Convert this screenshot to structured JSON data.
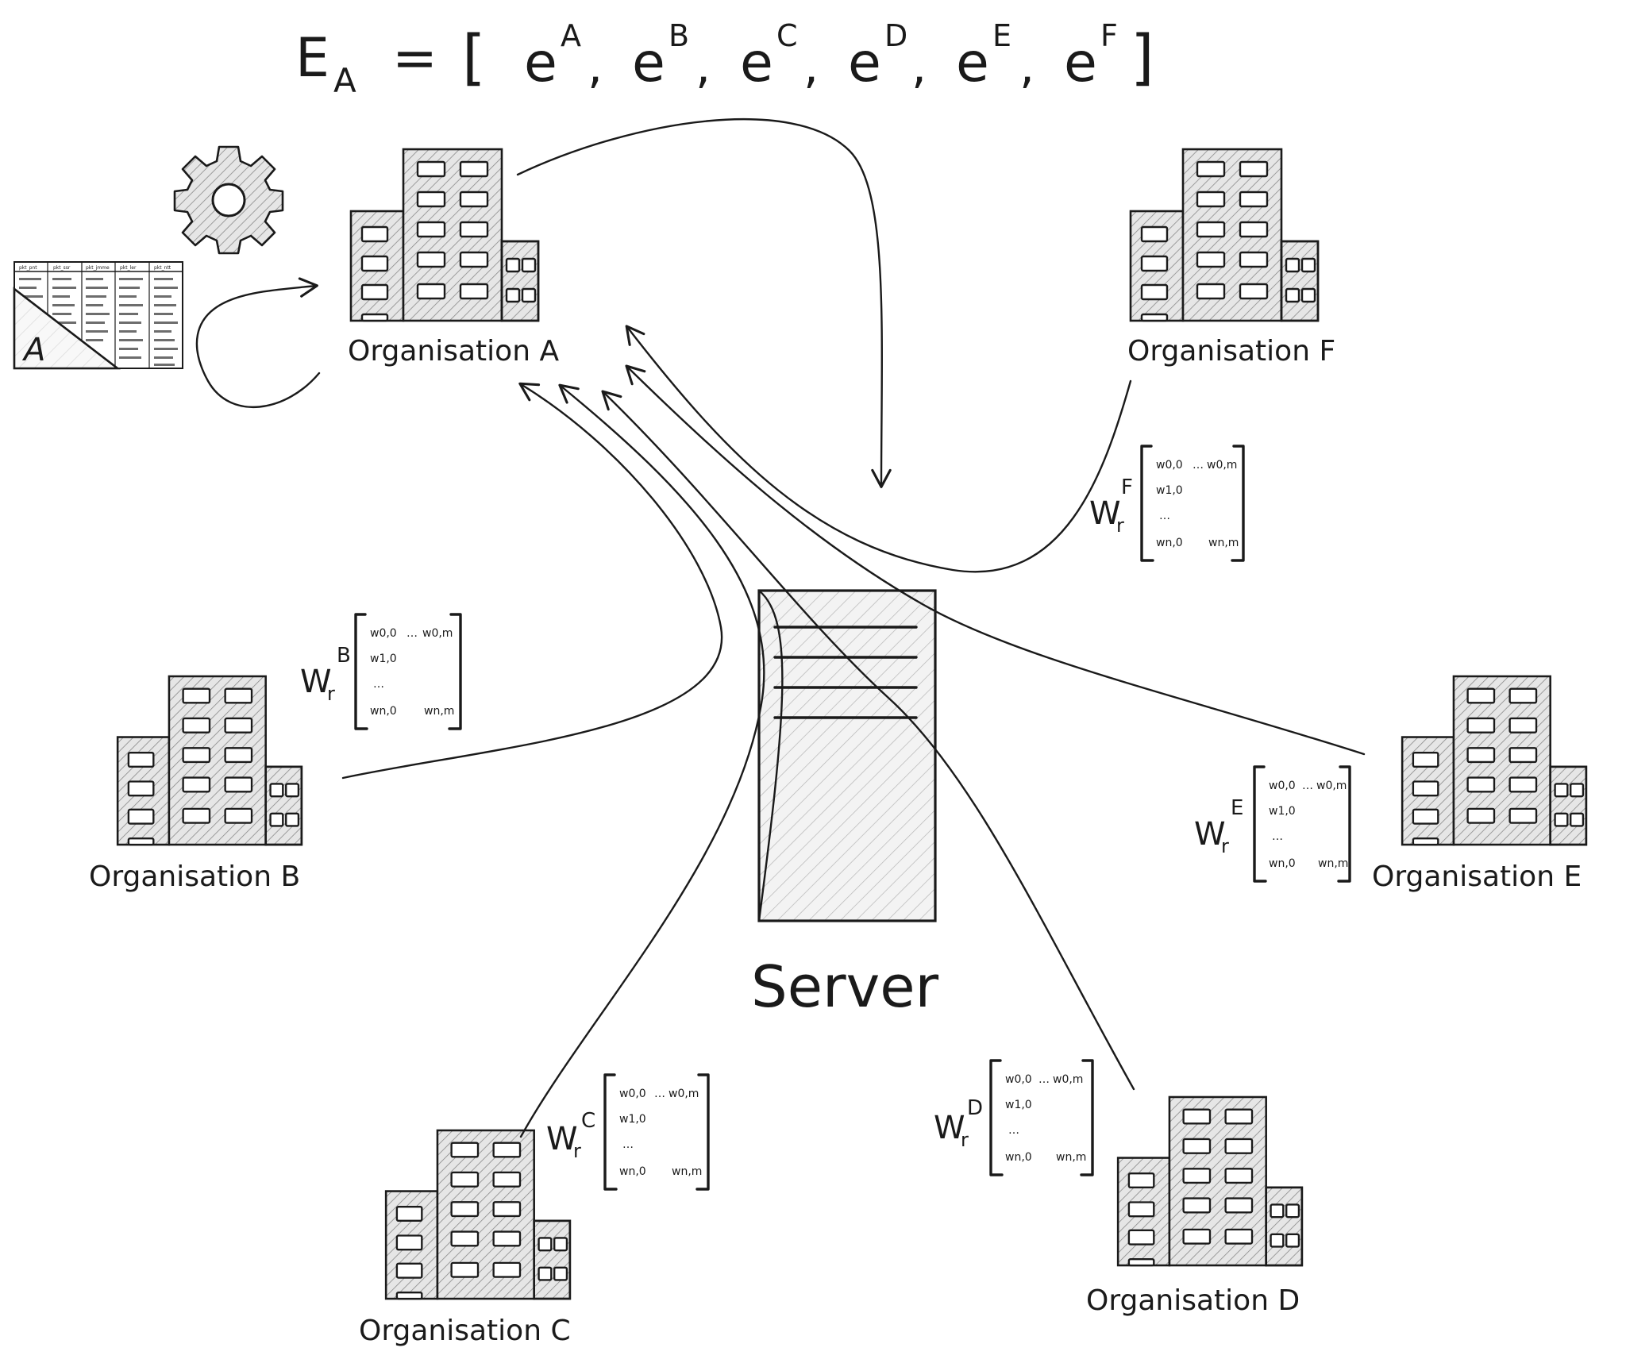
{
  "equation": {
    "lhs": "E",
    "lhs_sub": "A",
    "eq": "=",
    "open": "[",
    "close": "]",
    "terms": [
      {
        "base": "e",
        "sup": "A"
      },
      {
        "base": "e",
        "sup": "B"
      },
      {
        "base": "e",
        "sup": "C"
      },
      {
        "base": "e",
        "sup": "D"
      },
      {
        "base": "e",
        "sup": "E"
      },
      {
        "base": "e",
        "sup": "F"
      }
    ],
    "separator": ","
  },
  "orgs": {
    "A": {
      "label": "Organisation A"
    },
    "B": {
      "label": "Organisation B"
    },
    "C": {
      "label": "Organisation C"
    },
    "D": {
      "label": "Organisation D"
    },
    "E": {
      "label": "Organisation E"
    },
    "F": {
      "label": "Organisation F"
    }
  },
  "server": {
    "label": "Server"
  },
  "data_table": {
    "corner_label": "A",
    "headers": [
      "pkt_pnt",
      "pkt_ssr",
      "pkt_jmme",
      "pkt_ler",
      "pkt_ntt"
    ]
  },
  "weights": {
    "base": "W",
    "sub": "r",
    "cells": {
      "r0c0": "w0,0",
      "dots": "…",
      "r0cm": "w0,m",
      "r1c0": "w1,0",
      "vdots": "…",
      "rnc0": "wn,0",
      "rncm": "wn,m"
    },
    "B": {
      "sup": "B"
    },
    "C": {
      "sup": "C"
    },
    "D": {
      "sup": "D"
    },
    "E": {
      "sup": "E"
    },
    "F": {
      "sup": "F"
    }
  },
  "icons": [
    "gear-icon",
    "building-icon",
    "server-icon",
    "table-icon"
  ]
}
